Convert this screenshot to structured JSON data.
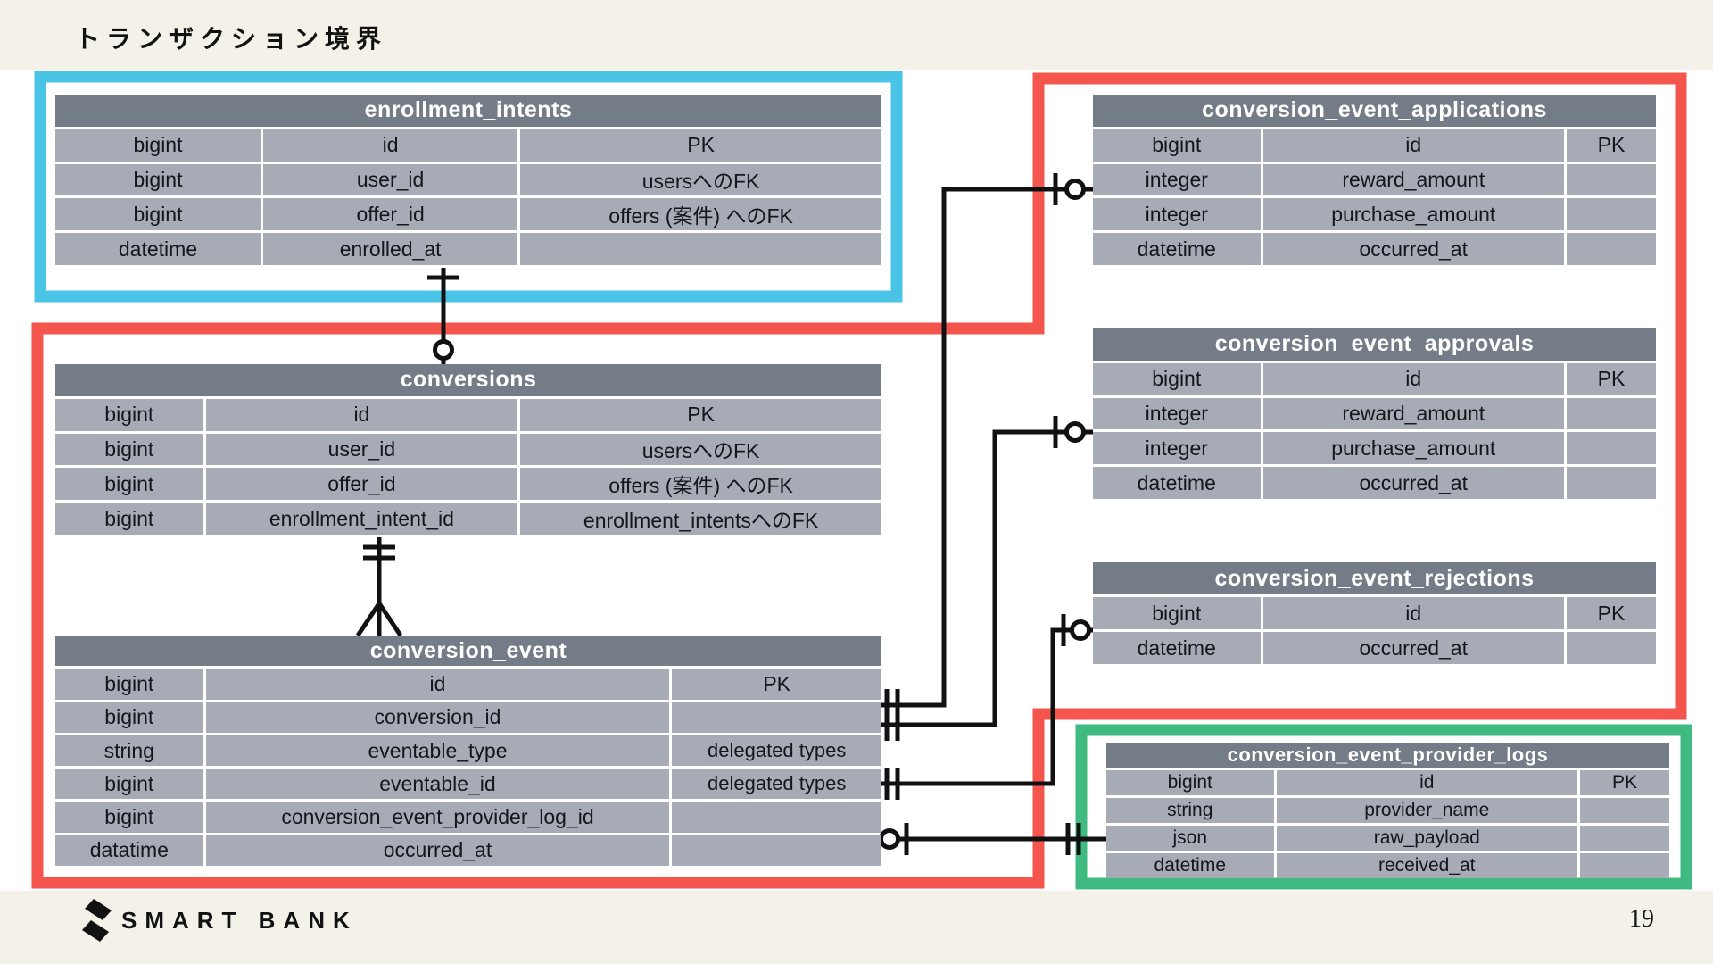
{
  "page": {
    "title": "トランザクション境界",
    "brand": "SMART BANK",
    "page_number": "19"
  },
  "colors": {
    "background": "#f4f1e8",
    "content_area": "#ffffff",
    "table_header": "#747c87",
    "table_cell": "#a7abb6",
    "boundary_cyan": "#49c3e6",
    "boundary_red": "#f4564e",
    "boundary_green": "#3fba80",
    "connector": "#111111"
  },
  "tables": [
    {
      "id": "enrollment_intents",
      "name": "enrollment_intents",
      "rows": [
        [
          "bigint",
          "id",
          "PK"
        ],
        [
          "bigint",
          "user_id",
          "usersへのFK"
        ],
        [
          "bigint",
          "offer_id",
          "offers (案件) へのFK"
        ],
        [
          "datetime",
          "enrolled_at",
          ""
        ]
      ]
    },
    {
      "id": "conversions",
      "name": "conversions",
      "rows": [
        [
          "bigint",
          "id",
          "PK"
        ],
        [
          "bigint",
          "user_id",
          "usersへのFK"
        ],
        [
          "bigint",
          "offer_id",
          "offers (案件) へのFK"
        ],
        [
          "bigint",
          "enrollment_intent_id",
          "enrollment_intentsへのFK"
        ]
      ]
    },
    {
      "id": "conversion_event",
      "name": "conversion_event",
      "rows": [
        [
          "bigint",
          "id",
          "PK"
        ],
        [
          "bigint",
          "conversion_id",
          ""
        ],
        [
          "string",
          "eventable_type",
          "delegated types"
        ],
        [
          "bigint",
          "eventable_id",
          "delegated types"
        ],
        [
          "bigint",
          "conversion_event_provider_log_id",
          ""
        ],
        [
          "datatime",
          "occurred_at",
          ""
        ]
      ]
    },
    {
      "id": "conversion_event_applications",
      "name": "conversion_event_applications",
      "rows": [
        [
          "bigint",
          "id",
          "PK"
        ],
        [
          "integer",
          "reward_amount",
          ""
        ],
        [
          "integer",
          "purchase_amount",
          ""
        ],
        [
          "datetime",
          "occurred_at",
          ""
        ]
      ]
    },
    {
      "id": "conversion_event_approvals",
      "name": "conversion_event_approvals",
      "rows": [
        [
          "bigint",
          "id",
          "PK"
        ],
        [
          "integer",
          "reward_amount",
          ""
        ],
        [
          "integer",
          "purchase_amount",
          ""
        ],
        [
          "datetime",
          "occurred_at",
          ""
        ]
      ]
    },
    {
      "id": "conversion_event_rejections",
      "name": "conversion_event_rejections",
      "rows": [
        [
          "bigint",
          "id",
          "PK"
        ],
        [
          "datetime",
          "occurred_at",
          ""
        ]
      ]
    },
    {
      "id": "conversion_event_provider_logs",
      "name": "conversion_event_provider_logs",
      "rows": [
        [
          "bigint",
          "id",
          "PK"
        ],
        [
          "string",
          "provider_name",
          ""
        ],
        [
          "json",
          "raw_payload",
          ""
        ],
        [
          "datetime",
          "received_at",
          ""
        ]
      ]
    }
  ],
  "relationships": [
    {
      "from": "enrollment_intents",
      "to": "conversions",
      "from_cardinality": "one",
      "to_cardinality": "zero-or-one"
    },
    {
      "from": "conversions",
      "to": "conversion_event",
      "from_cardinality": "one-and-only-one",
      "to_cardinality": "many"
    },
    {
      "from": "conversion_event",
      "to": "conversion_event_applications",
      "from_cardinality": "one-and-only-one",
      "to_cardinality": "zero-or-one"
    },
    {
      "from": "conversion_event",
      "to": "conversion_event_approvals",
      "from_cardinality": "one-and-only-one",
      "to_cardinality": "zero-or-one"
    },
    {
      "from": "conversion_event",
      "to": "conversion_event_rejections",
      "from_cardinality": "one-and-only-one",
      "to_cardinality": "zero-or-one"
    },
    {
      "from": "conversion_event",
      "to": "conversion_event_provider_logs",
      "from_cardinality": "zero-or-one",
      "to_cardinality": "one-and-only-one"
    }
  ],
  "boundaries": [
    {
      "id": "enrollment-boundary",
      "color_name": "cyan"
    },
    {
      "id": "conversion-transaction-boundary",
      "color_name": "red"
    },
    {
      "id": "provider-log-boundary",
      "color_name": "green"
    }
  ]
}
